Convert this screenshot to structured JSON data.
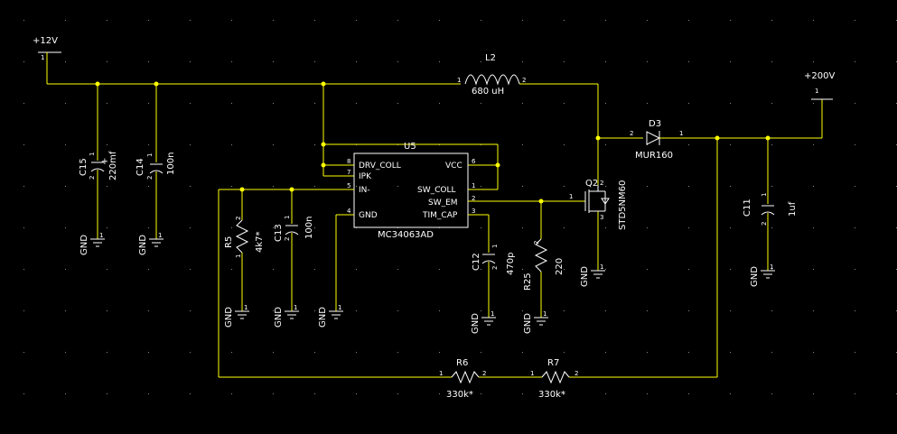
{
  "rails": {
    "vin": "+12V",
    "vout": "+200V",
    "gnd": "GND"
  },
  "ic": {
    "ref": "U5",
    "part": "MC34063AD",
    "pins": [
      {
        "num": "8",
        "name": "DRV_COLL"
      },
      {
        "num": "7",
        "name": "IPK"
      },
      {
        "num": "5",
        "name": "IN-"
      },
      {
        "num": "4",
        "name": "GND"
      },
      {
        "num": "6",
        "name": "VCC"
      },
      {
        "num": "1",
        "name": "SW_COLL"
      },
      {
        "num": "2",
        "name": "SW_EM"
      },
      {
        "num": "3",
        "name": "TIM_CAP"
      }
    ]
  },
  "inductor": {
    "ref": "L2",
    "value": "680 uH",
    "pin1": "1",
    "pin2": "2"
  },
  "diode": {
    "ref": "D3",
    "value": "MUR160",
    "pin1": "2",
    "pin2": "1"
  },
  "mosfet": {
    "ref": "Q2",
    "value": "STD5NM60",
    "pin_gate": "1",
    "pin_drain": "2",
    "pin_source": "3"
  },
  "caps": [
    {
      "ref": "C15",
      "value": "220mf",
      "polarity": "+"
    },
    {
      "ref": "C14",
      "value": "100n"
    },
    {
      "ref": "C13",
      "value": "100n"
    },
    {
      "ref": "C12",
      "value": "470p"
    },
    {
      "ref": "C11",
      "value": "1uf"
    }
  ],
  "resistors": [
    {
      "ref": "R5",
      "value": "4k7*"
    },
    {
      "ref": "R25",
      "value": "220"
    },
    {
      "ref": "R6",
      "value": "330k*"
    },
    {
      "ref": "R7",
      "value": "330k*"
    }
  ],
  "pin_one": "1",
  "pin_two": "2"
}
